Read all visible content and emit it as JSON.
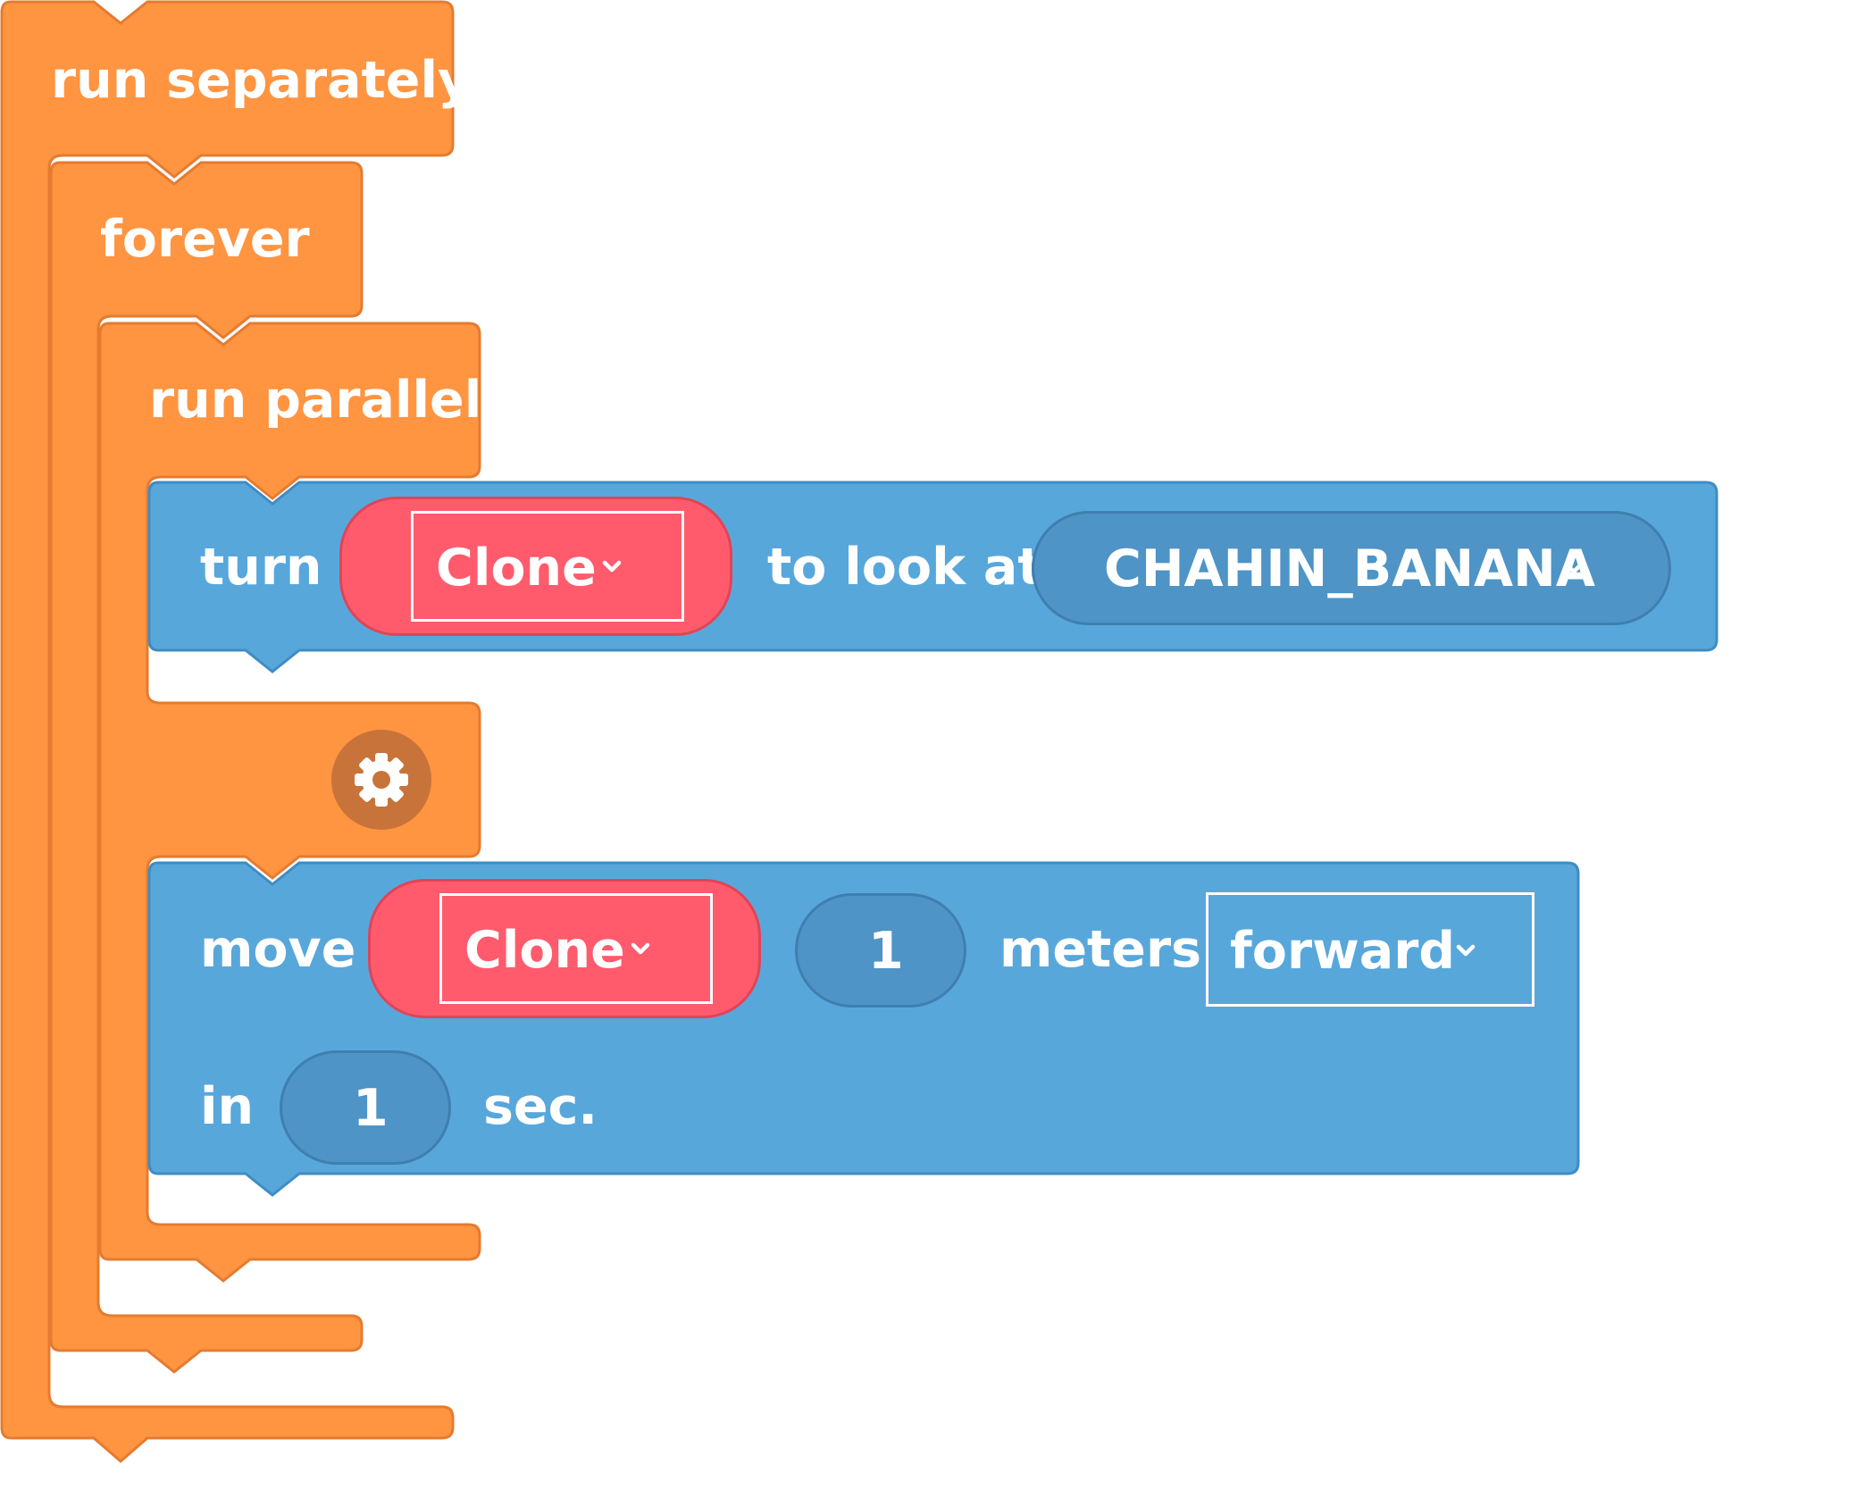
{
  "blocks": {
    "run_separately": {
      "label": "run separately"
    },
    "forever": {
      "label": "forever"
    },
    "run_parallel": {
      "label": "run parallel",
      "settings_icon": "gear-icon"
    },
    "turn_block": {
      "label_turn": "turn",
      "object_value": "Clone",
      "label_look": "to look at",
      "target_value": "CHAHIN_BANANA"
    },
    "move_block": {
      "label_move": "move",
      "object_value": "Clone",
      "distance_value": "1",
      "label_meters": "meters",
      "direction_value": "forward",
      "label_in": "in",
      "time_value": "1",
      "label_sec": "sec."
    }
  },
  "colors": {
    "control_orange": "#ff9441",
    "motion_blue": "#58a7db",
    "object_pink": "#ff5b6d",
    "input_blue": "#4e94c6",
    "gear_circle": "#c8733a"
  }
}
